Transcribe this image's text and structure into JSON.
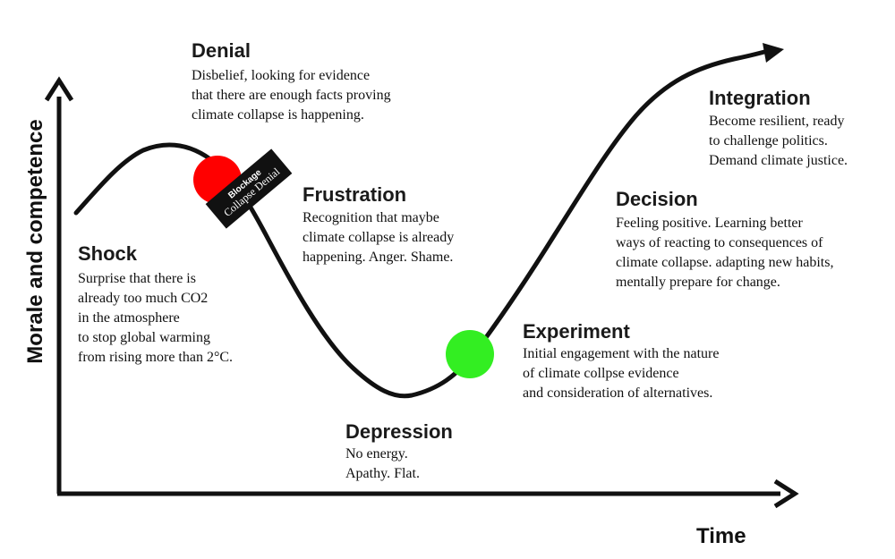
{
  "axes": {
    "y_label": "Morale and competence",
    "x_label": "Time"
  },
  "colors": {
    "blockage_dot": "#ff0000",
    "experiment_dot": "#33ee22",
    "curve": "#111111"
  },
  "stages": [
    {
      "title": "Shock",
      "lines": [
        "Surprise that there is",
        "already too much CO2",
        "in the atmosphere",
        "to stop global warming",
        "from rising more than 2°C."
      ]
    },
    {
      "title": "Denial",
      "lines": [
        "Disbelief, looking for evidence",
        "that there are enough facts proving",
        "climate collapse is happening."
      ]
    },
    {
      "title": "Frustration",
      "lines": [
        "Recognition that maybe",
        "climate collapse is already",
        "happening. Anger. Shame."
      ]
    },
    {
      "title": "Depression",
      "lines": [
        "No energy.",
        "Apathy. Flat."
      ]
    },
    {
      "title": "Experiment",
      "lines": [
        "Initial engagement with the nature",
        "of climate collpse evidence",
        "and consideration of alternatives."
      ]
    },
    {
      "title": "Decision",
      "lines": [
        "Feeling positive. Learning better",
        "ways of reacting to consequences of",
        "climate collapse. adapting new habits,",
        "mentally prepare for change."
      ]
    },
    {
      "title": "Integration",
      "lines": [
        "Become resilient, ready",
        "to challenge politics.",
        "Demand climate justice."
      ]
    }
  ],
  "blockage_tag": {
    "line1": "Blockage",
    "line2": "Collapse Denial"
  }
}
